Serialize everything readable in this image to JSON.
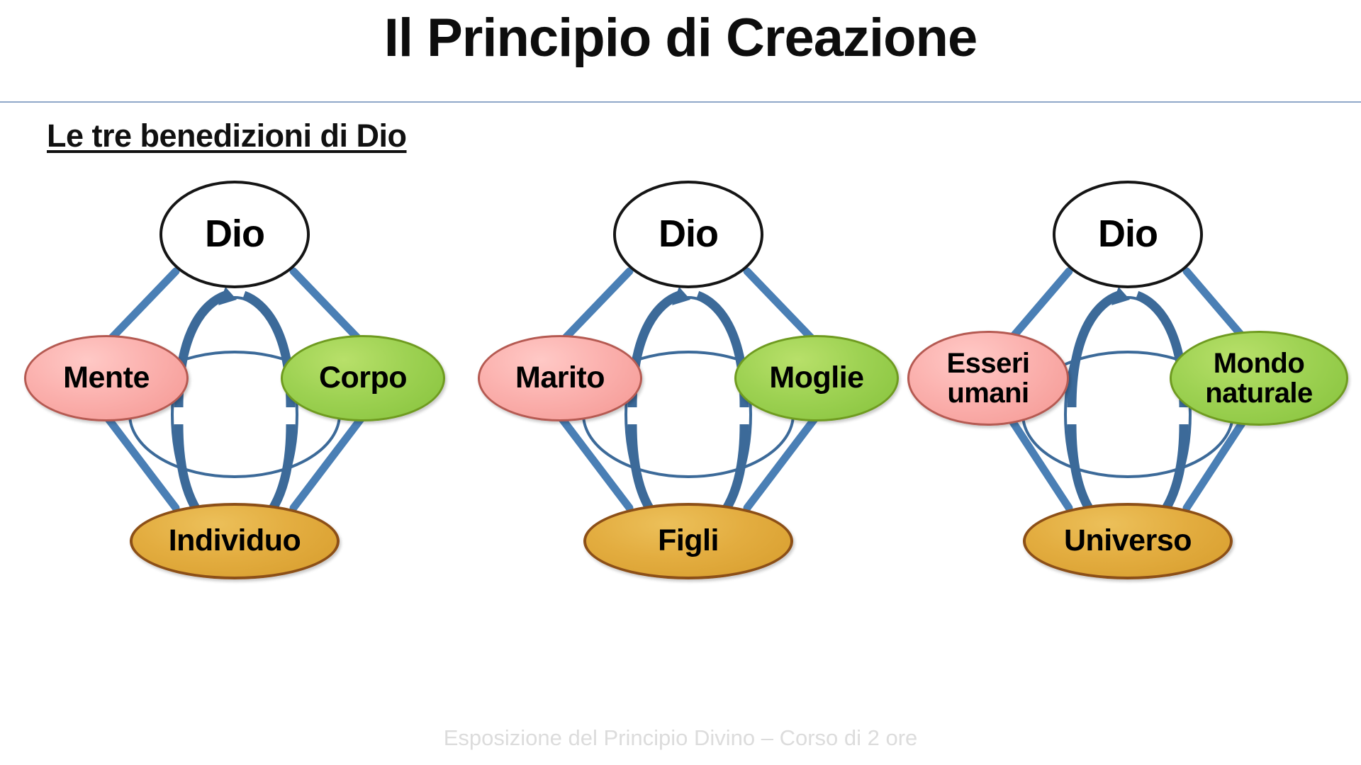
{
  "slide": {
    "title": "Il Principio di Creazione",
    "subtitle": "Le tre benedizioni di Dio",
    "footer": "Esposizione del Principio Divino – Corso di 2 ore"
  },
  "colors": {
    "title_text": "#0d0d0d",
    "divider": "#8fa8c8",
    "connector_line": "#4a7fb5",
    "arrow": "#3c6a99",
    "god_fill": "#ffffff",
    "god_border": "#151515",
    "left_fill": "#fbb1ae",
    "left_border": "#b55a52",
    "right_fill": "#9ed253",
    "right_border": "#6f9b20",
    "bottom_fill": "#e3ad40",
    "bottom_border": "#8c4f17",
    "footer_text": "#dcdcdc"
  },
  "groups": [
    {
      "id": "group-1",
      "god": "Dio",
      "left": "Mente",
      "right": "Corpo",
      "bottom": "Individuo",
      "left_lines": [
        "Mente"
      ],
      "right_lines": [
        "Corpo"
      ]
    },
    {
      "id": "group-2",
      "god": "Dio",
      "left": "Marito",
      "right": "Moglie",
      "bottom": "Figli",
      "left_lines": [
        "Marito"
      ],
      "right_lines": [
        "Moglie"
      ]
    },
    {
      "id": "group-3",
      "god": "Dio",
      "left": "Esseri umani",
      "right": "Mondo naturale",
      "bottom": "Universo",
      "left_lines": [
        "Esseri",
        "umani"
      ],
      "right_lines": [
        "Mondo",
        "naturale"
      ]
    }
  ]
}
